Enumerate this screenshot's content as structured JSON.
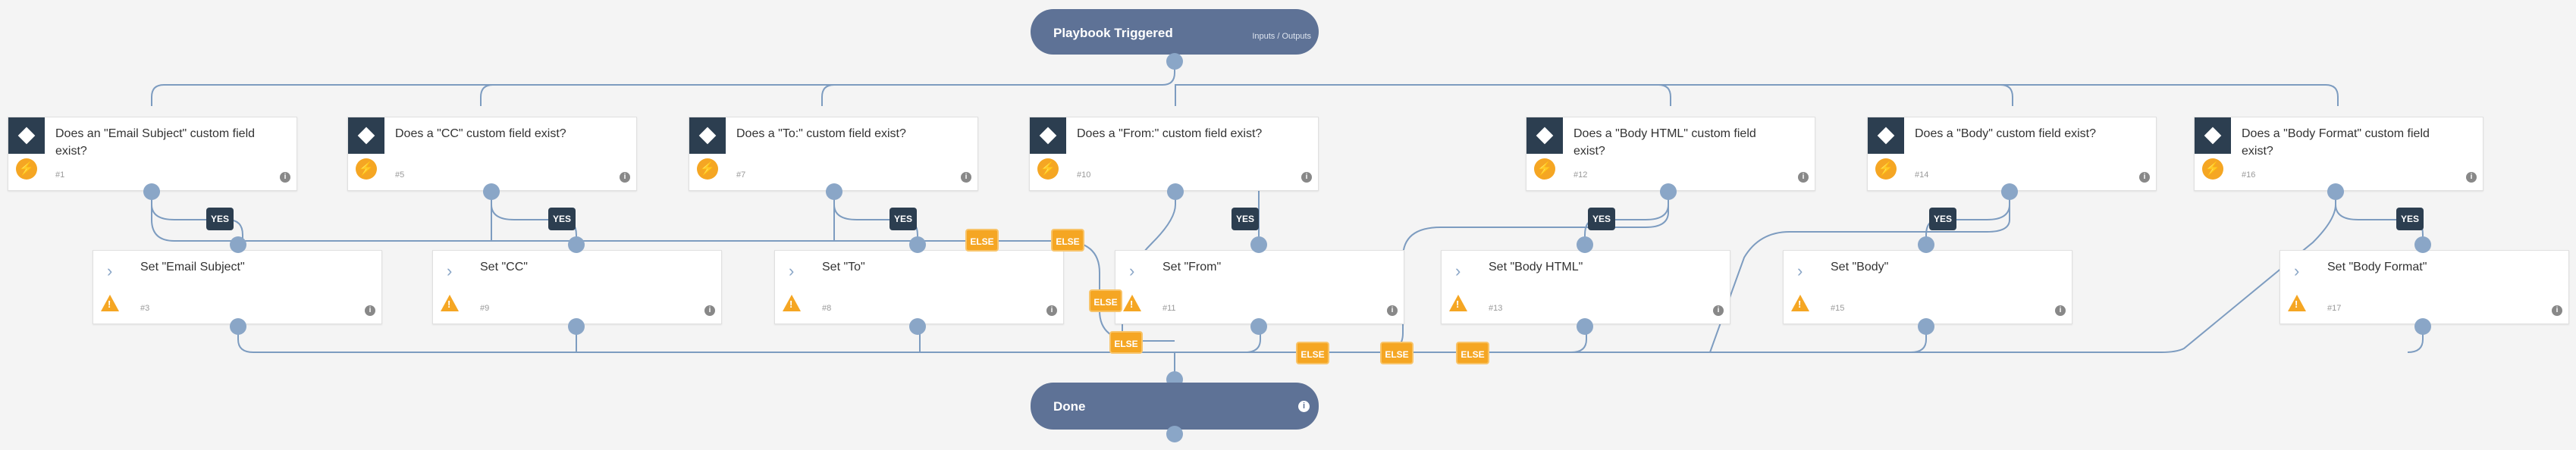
{
  "start": {
    "title": "Playbook Triggered",
    "link": "Inputs / Outputs"
  },
  "end": {
    "title": "Done",
    "info": "i"
  },
  "conditions": [
    {
      "title": "Does an \"Email Subject\" custom field exist?",
      "num": "#1"
    },
    {
      "title": "Does a \"CC\" custom field exist?",
      "num": "#5"
    },
    {
      "title": "Does a \"To:\" custom field exist?",
      "num": "#7"
    },
    {
      "title": "Does a \"From:\" custom field exist?",
      "num": "#10"
    },
    {
      "title": "Does a \"Body HTML\" custom field exist?",
      "num": "#12"
    },
    {
      "title": "Does a \"Body\" custom field exist?",
      "num": "#14"
    },
    {
      "title": "Does a \"Body Format\" custom field exist?",
      "num": "#16"
    }
  ],
  "actions": [
    {
      "title": "Set \"Email Subject\"",
      "num": "#3"
    },
    {
      "title": "Set \"CC\"",
      "num": "#9"
    },
    {
      "title": "Set \"To\"",
      "num": "#8"
    },
    {
      "title": "Set \"From\"",
      "num": "#11"
    },
    {
      "title": "Set \"Body HTML\"",
      "num": "#13"
    },
    {
      "title": "Set \"Body\"",
      "num": "#15"
    },
    {
      "title": "Set \"Body Format\"",
      "num": "#17"
    }
  ],
  "labels": {
    "yes": "YES",
    "else": "ELSE",
    "info": "i",
    "warn": "!",
    "bolt": "⚡",
    "chevron": "›"
  },
  "colors": {
    "node": "#5e7296",
    "dark": "#2c3e50",
    "accent": "#f5a623",
    "wire": "#7d9cc0"
  }
}
